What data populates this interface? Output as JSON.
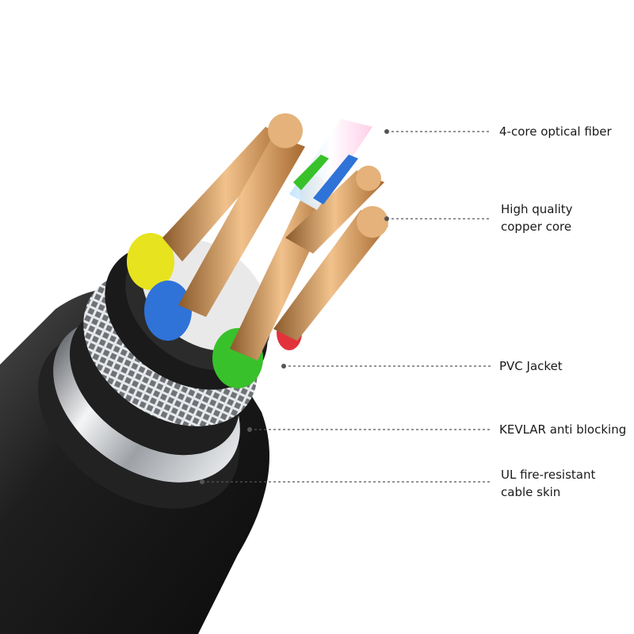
{
  "callouts": [
    {
      "id": "optical-fiber",
      "lines": [
        "4-core optical fiber"
      ]
    },
    {
      "id": "copper-core",
      "lines": [
        "High quality",
        "copper core"
      ]
    },
    {
      "id": "pvc-jacket",
      "lines": [
        "PVC Jacket"
      ]
    },
    {
      "id": "kevlar",
      "lines": [
        "KEVLAR anti blocking"
      ]
    },
    {
      "id": "ul-skin",
      "lines": [
        "UL fire-resistant",
        "cable skin"
      ]
    }
  ],
  "colors": {
    "outer_jacket": "#1b1b1b",
    "metal_ring": "#c9ccd0",
    "braid": "#8e9297",
    "inner_sleeve": "#2a2a2a",
    "filler": "#e9e9e9",
    "copper": "#d39a5e",
    "wire_yellow": "#e7e31e",
    "wire_blue": "#2f73d8",
    "wire_green": "#39c12b",
    "wire_red": "#e2323c",
    "leader_line": "#555555"
  }
}
